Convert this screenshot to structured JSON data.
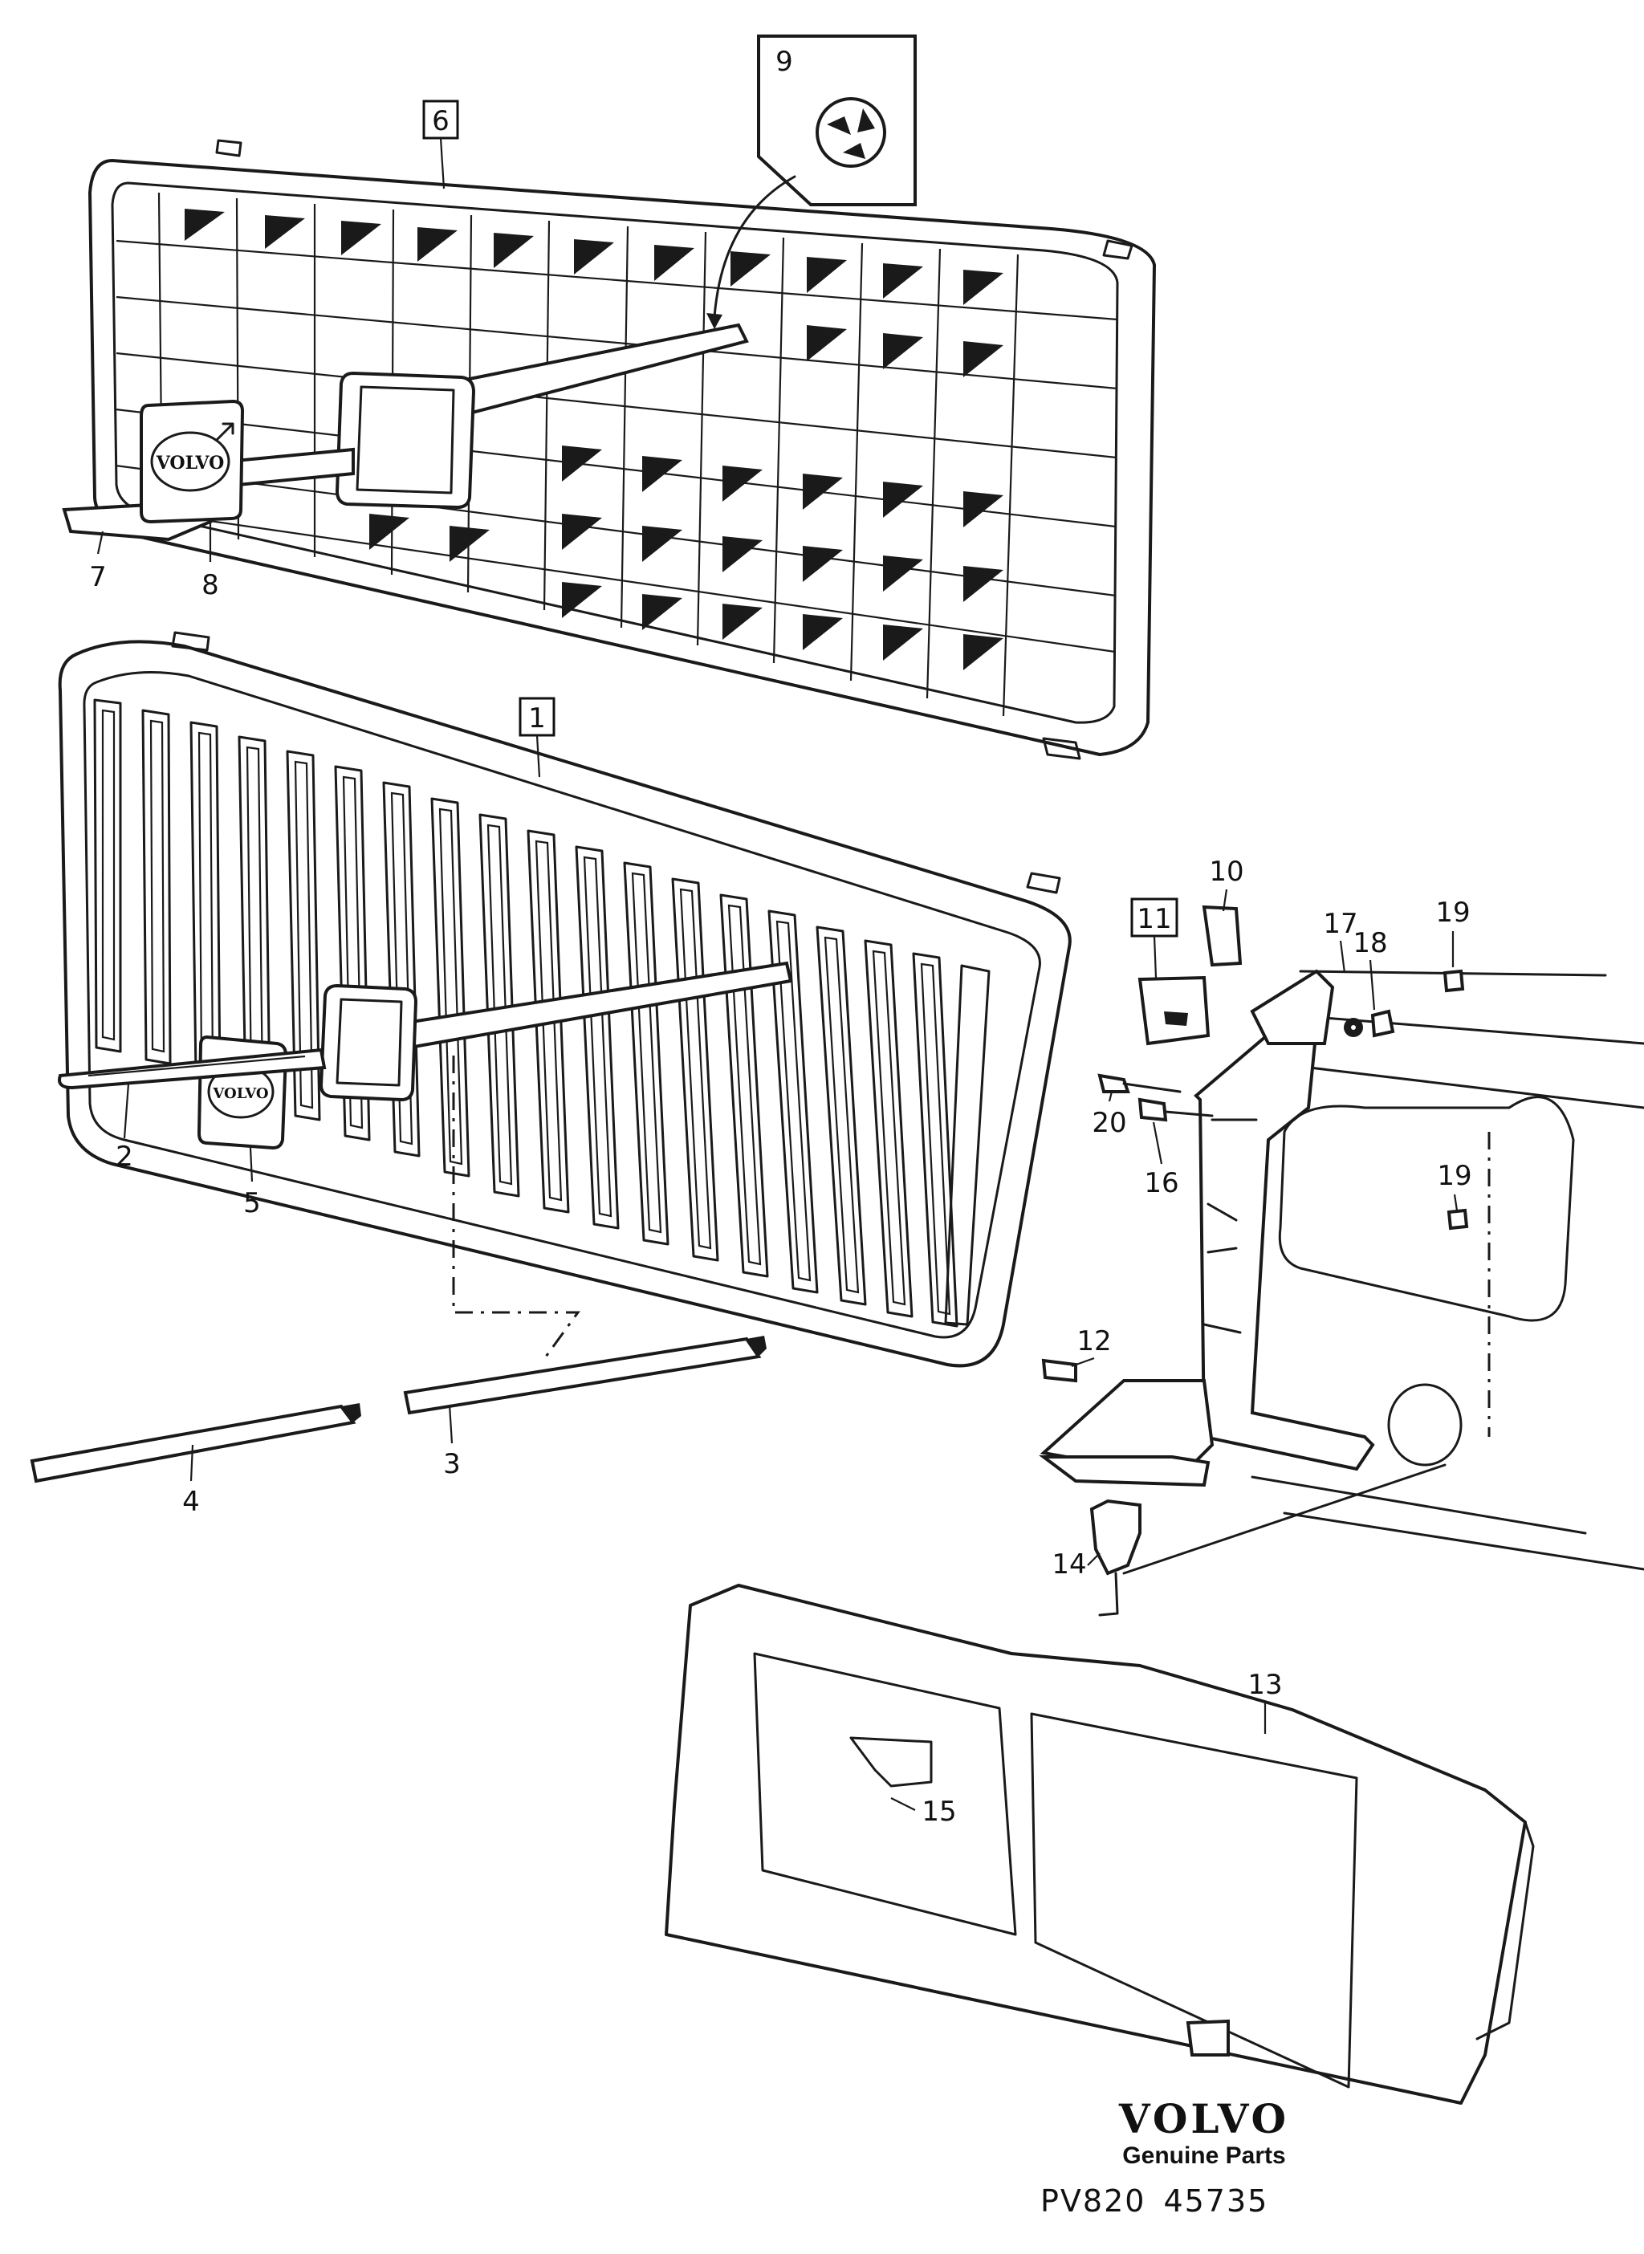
{
  "callouts": {
    "c1": "1",
    "c2": "2",
    "c3": "3",
    "c4": "4",
    "c5": "5",
    "c6": "6",
    "c7": "7",
    "c8": "8",
    "c9": "9",
    "c10": "10",
    "c11": "11",
    "c12": "12",
    "c13": "13",
    "c14": "14",
    "c15": "15",
    "c16": "16",
    "c17": "17",
    "c18": "18",
    "c19a": "19",
    "c19b": "19",
    "c20": "20"
  },
  "badges": {
    "upper_badge_text": "VOLVO",
    "lower_badge_text": "VOLVO"
  },
  "footer": {
    "brand": "VOLVO",
    "subtitle": "Genuine Parts",
    "ref_code": "PV820",
    "ref_number": "45735"
  }
}
